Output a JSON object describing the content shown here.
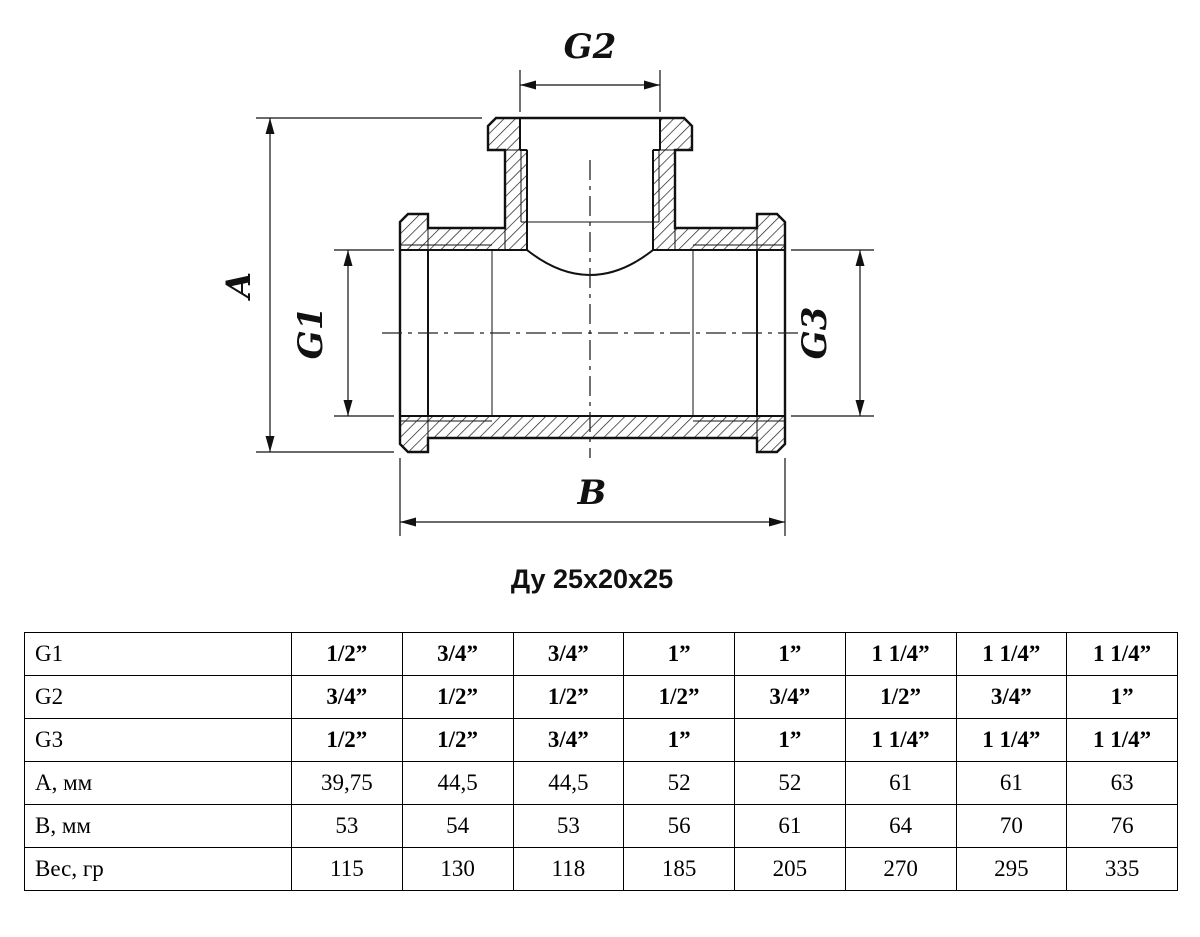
{
  "drawing": {
    "labels": {
      "g1": "G1",
      "g2": "G2",
      "g3": "G3",
      "a": "A",
      "b": "B"
    },
    "caption": "Ду 25x20x25"
  },
  "table": {
    "rows": [
      {
        "label": "G1",
        "bold": true,
        "values": [
          "1/2”",
          "3/4”",
          "3/4”",
          "1”",
          "1”",
          "1 1/4”",
          "1 1/4”",
          "1 1/4”"
        ]
      },
      {
        "label": "G2",
        "bold": true,
        "values": [
          "3/4”",
          "1/2”",
          "1/2”",
          "1/2”",
          "3/4”",
          "1/2”",
          "3/4”",
          "1”"
        ]
      },
      {
        "label": "G3",
        "bold": true,
        "values": [
          "1/2”",
          "1/2”",
          "3/4”",
          "1”",
          "1”",
          "1 1/4”",
          "1 1/4”",
          "1 1/4”"
        ]
      },
      {
        "label": "А, мм",
        "bold": false,
        "values": [
          "39,75",
          "44,5",
          "44,5",
          "52",
          "52",
          "61",
          "61",
          "63"
        ]
      },
      {
        "label": "В, мм",
        "bold": false,
        "values": [
          "53",
          "54",
          "53",
          "56",
          "61",
          "64",
          "70",
          "76"
        ]
      },
      {
        "label": "Вес, гр",
        "bold": false,
        "values": [
          "115",
          "130",
          "118",
          "185",
          "205",
          "270",
          "295",
          "335"
        ]
      }
    ]
  }
}
